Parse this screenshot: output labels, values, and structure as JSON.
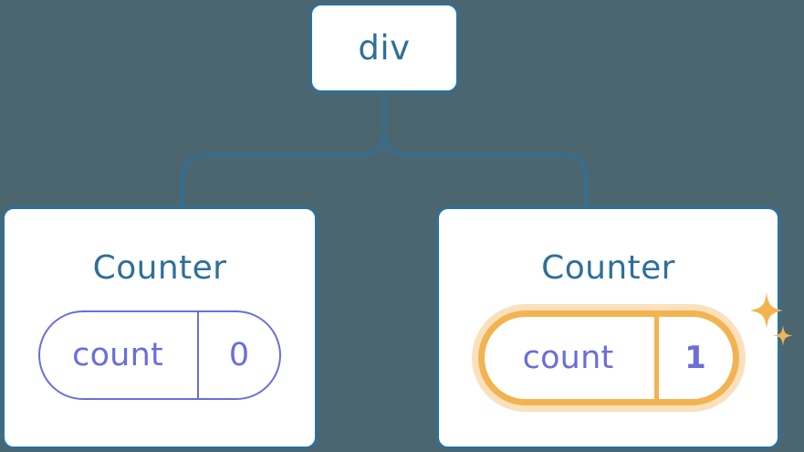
{
  "diagram": {
    "title": "react-component-state-tree",
    "background_color": "#4c6670",
    "node_border_color": "#2e7099",
    "node_fill_color": "#ffffff",
    "text_blue": "#2e7099",
    "state_purple": "#6a6edb",
    "highlight_orange": "#f3b351",
    "highlight_glow": "#f9d8a8"
  },
  "root": {
    "label": "div"
  },
  "children": [
    {
      "title": "Counter",
      "state": {
        "key": "count",
        "value": "0",
        "highlighted": false
      }
    },
    {
      "title": "Counter",
      "state": {
        "key": "count",
        "value": "1",
        "highlighted": true
      },
      "sparkle_icons": [
        "sparkle-large",
        "sparkle-small"
      ]
    }
  ],
  "connectors": {
    "color": "#2e7099",
    "stroke_width": "3",
    "shape": "tree-split-from-root-to-two-children"
  }
}
